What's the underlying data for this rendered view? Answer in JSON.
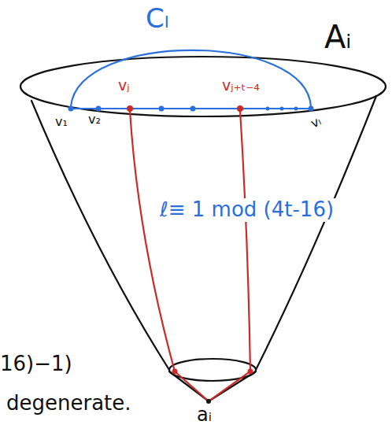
{
  "diagram": {
    "labels": [
      "Cₗ",
      "Aᵢ",
      "vⱼ",
      "vⱼ₊ₜ₋₄",
      "v₁",
      "v₂",
      "vₗ",
      "ℓ≡ 1 mod (4t-16)",
      "16)−1)",
      "degenerate.",
      "aᵢ"
    ]
  }
}
